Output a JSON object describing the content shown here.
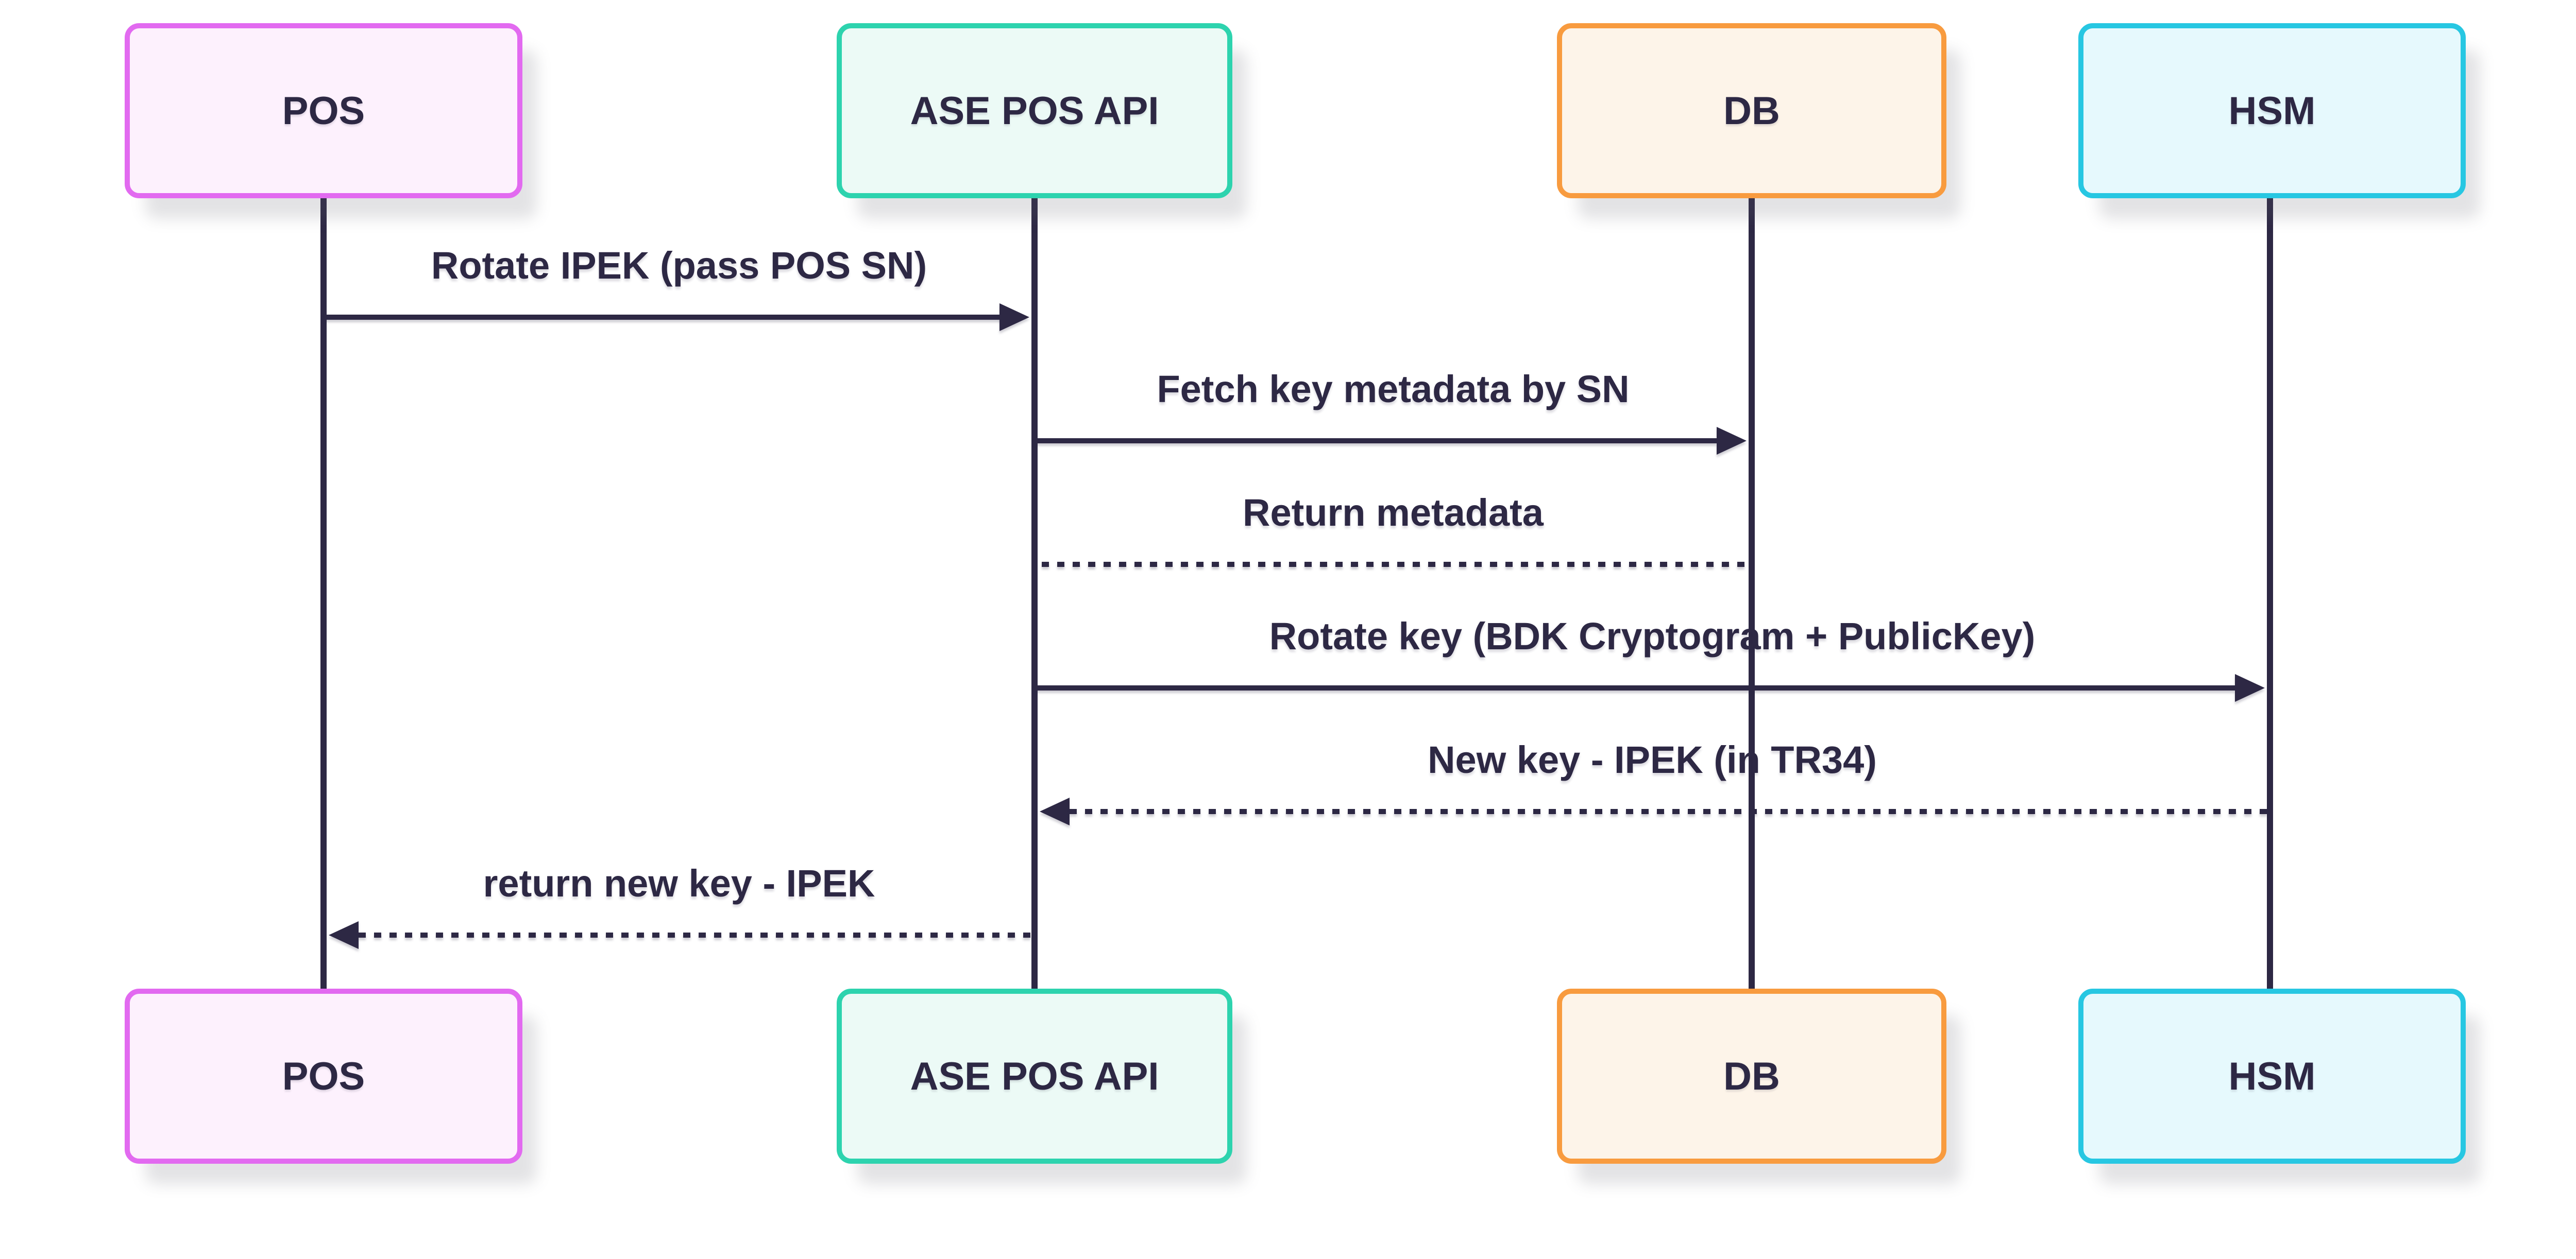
{
  "diagram": {
    "type": "sequence-diagram",
    "background_color": "#ffffff",
    "ink_color": "#2d2844",
    "actors": [
      {
        "id": "pos",
        "label": "POS",
        "border_color": "#e26af0",
        "fill_color": "#fdf1fd"
      },
      {
        "id": "ase_pos_api",
        "label": "ASE POS API",
        "border_color": "#2dd3ae",
        "fill_color": "#ecfaf6"
      },
      {
        "id": "db",
        "label": "DB",
        "border_color": "#f89b3f",
        "fill_color": "#fdf4e9"
      },
      {
        "id": "hsm",
        "label": "HSM",
        "border_color": "#27c7e2",
        "fill_color": "#e6f9fd"
      }
    ],
    "messages": [
      {
        "from": "POS",
        "to": "ASE POS API",
        "label": "Rotate IPEK (pass POS SN)",
        "line_style": "solid",
        "arrow": "filled-right"
      },
      {
        "from": "ASE POS API",
        "to": "DB",
        "label": "Fetch key metadata by SN",
        "line_style": "solid",
        "arrow": "filled-right"
      },
      {
        "from": "DB",
        "to": "ASE POS API",
        "label": "Return metadata",
        "line_style": "dotted",
        "arrow": "none"
      },
      {
        "from": "ASE POS API",
        "to": "HSM",
        "label": "Rotate key (BDK Cryptogram + PublicKey)",
        "line_style": "solid",
        "arrow": "filled-right"
      },
      {
        "from": "HSM",
        "to": "ASE POS API",
        "label": "New key - IPEK (in TR34)",
        "line_style": "dotted",
        "arrow": "filled-left"
      },
      {
        "from": "ASE POS API",
        "to": "POS",
        "label": "return new key - IPEK",
        "line_style": "dotted",
        "arrow": "filled-left"
      }
    ]
  }
}
